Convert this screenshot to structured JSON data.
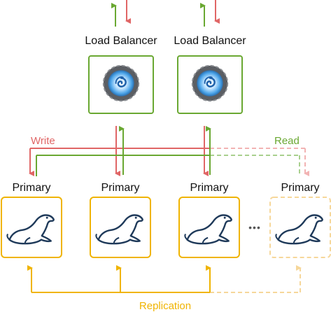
{
  "load_balancers": [
    {
      "label": "Load Balancer"
    },
    {
      "label": "Load Balancer"
    }
  ],
  "primaries": [
    {
      "label": "Primary",
      "style": "solid"
    },
    {
      "label": "Primary",
      "style": "solid"
    },
    {
      "label": "Primary",
      "style": "solid"
    },
    {
      "label": "Primary",
      "style": "dashed"
    }
  ],
  "edges": {
    "write_label": "Write",
    "read_label": "Read",
    "replication_label": "Replication"
  },
  "ellipsis": "•••",
  "colors": {
    "write": "#e06666",
    "read": "#6aa832",
    "replication": "#f0b400",
    "replication_faded": "#f6d79a",
    "write_faded": "#f2b3b3",
    "read_faded": "#a9d08e",
    "lb_border": "#6aa832",
    "db_border": "#f0b400",
    "db_border_faded": "#f6d79a",
    "seal": "#1f3a5a"
  },
  "icons": {
    "load_balancer": "load-balancer-portal-icon",
    "database": "mariadb-seal-icon"
  }
}
